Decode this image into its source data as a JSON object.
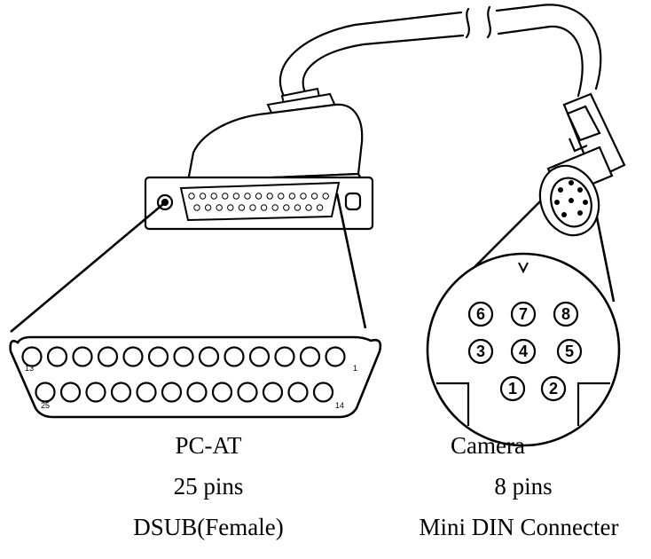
{
  "left_connector": {
    "name": "PC-AT",
    "pins": "25 pins",
    "type": "DSUB(Female)",
    "pin_labels": {
      "top_left": "13",
      "top_right": "1",
      "bottom_left": "25",
      "bottom_right": "14"
    },
    "top_row_count": 13,
    "bottom_row_count": 12
  },
  "right_connector": {
    "name": "Camera",
    "pins": "8 pins",
    "type": "Mini DIN Connecter",
    "pin_numbers": [
      "6",
      "7",
      "8",
      "3",
      "4",
      "5",
      "1",
      "2"
    ]
  }
}
